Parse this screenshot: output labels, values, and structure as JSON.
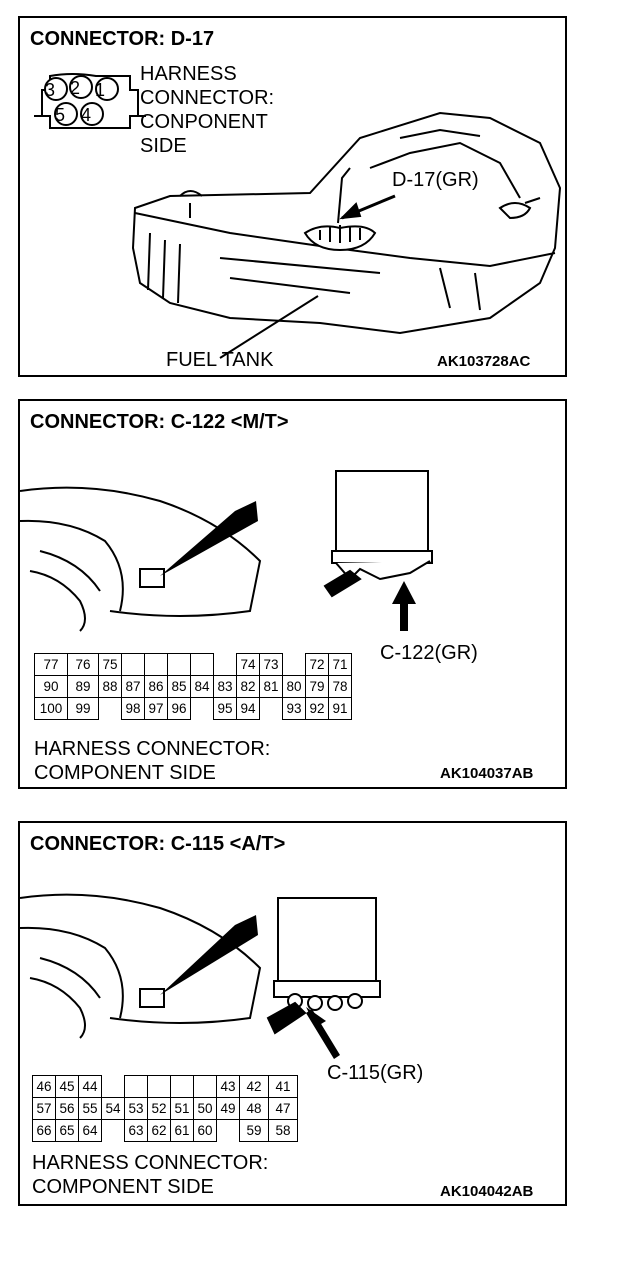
{
  "panel1": {
    "title": "CONNECTOR: D-17",
    "pins": [
      "3",
      "2",
      "1",
      "5",
      "4"
    ],
    "harness_lines": [
      "HARNESS",
      "CONNECTOR:",
      "CONPONENT",
      "SIDE"
    ],
    "callout": "D-17(GR)",
    "component_label": "FUEL TANK",
    "code": "AK103728AC"
  },
  "panel2": {
    "title": "CONNECTOR: C-122 <M/T>",
    "callout": "C-122(GR)",
    "rows": [
      [
        "77",
        "76",
        "75",
        "",
        "",
        "",
        "",
        "",
        "74",
        "73",
        "",
        "72",
        "71"
      ],
      [
        "90",
        "89",
        "88",
        "87",
        "86",
        "85",
        "84",
        "83",
        "82",
        "81",
        "80",
        "79",
        "78"
      ],
      [
        "100",
        "99",
        "",
        "98",
        "97",
        "96",
        "",
        "95",
        "94",
        "",
        "93",
        "92",
        "91"
      ]
    ],
    "caption_lines": [
      "HARNESS CONNECTOR:",
      "COMPONENT SIDE"
    ],
    "code": "AK104037AB"
  },
  "panel3": {
    "title": "CONNECTOR: C-115 <A/T>",
    "callout": "C-115(GR)",
    "rows": [
      [
        "46",
        "45",
        "44",
        "",
        "",
        "",
        "",
        "",
        "43",
        "42",
        "41"
      ],
      [
        "57",
        "56",
        "55",
        "54",
        "53",
        "52",
        "51",
        "50",
        "49",
        "48",
        "47"
      ],
      [
        "66",
        "65",
        "64",
        "",
        "63",
        "62",
        "61",
        "60",
        "",
        "59",
        "58"
      ]
    ],
    "caption_lines": [
      "HARNESS CONNECTOR:",
      "COMPONENT SIDE"
    ],
    "code": "AK104042AB"
  }
}
